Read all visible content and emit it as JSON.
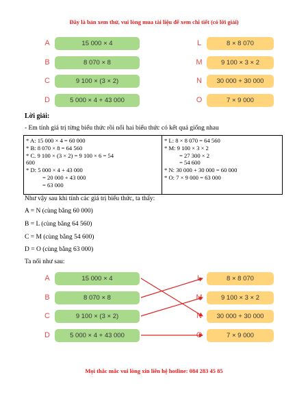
{
  "header_notice": "Đây là bản xem thử, vui lòng mua tài liệu để xem chi tiết (có lời giải)",
  "matching_exercise": {
    "left": [
      {
        "letter": "A",
        "expr": "15 000 × 4"
      },
      {
        "letter": "B",
        "expr": "8 070 × 8"
      },
      {
        "letter": "C",
        "expr": "9 100 × (3 × 2)"
      },
      {
        "letter": "D",
        "expr": "5 000 × 4 + 43 000"
      }
    ],
    "right": [
      {
        "letter": "L",
        "expr": "8 × 8 070"
      },
      {
        "letter": "M",
        "expr": "9 100 × 3 × 2"
      },
      {
        "letter": "N",
        "expr": "30 000 + 30 000"
      },
      {
        "letter": "O",
        "expr": "7 × 9 000"
      }
    ]
  },
  "solution": {
    "heading": "Lời giải:",
    "intro": "- Em tính giá trị từng biểu thức rồi nối hai biểu thức có kết quả giống nhau",
    "table_left": [
      "* A: 15 000 × 4 = 60 000",
      "* B: 8 070 × 8 = 64 560",
      "* C. 9 100 × (3 × 2) = 9 100 × 6 = 54",
      "600",
      "* D: 5 000 × 4 + 43 000",
      "= 20 000 + 43 000",
      "= 63 000"
    ],
    "table_right": [
      "* L: 8 × 8 070 = 64 560",
      "* M: 9 100 × 3 × 2",
      "= 27 300 × 2",
      "= 54 600",
      "* N: 30 000 + 30 000 = 60 000",
      "* O: 7 × 9 000 = 63 000"
    ],
    "summary": "Như vậy sau khi tính các giá trị biểu thức, ta thấy:",
    "equalities": [
      "A = N (cùng bằng 60 000)",
      "B = L (cùng bằng 64 560)",
      "C = M (cùng bằng 54 600)",
      "D = O (cùng bằng 63 000)"
    ],
    "connect_label": "Ta nối như sau:",
    "pairs": [
      [
        "A",
        "N"
      ],
      [
        "B",
        "L"
      ],
      [
        "C",
        "M"
      ],
      [
        "D",
        "O"
      ]
    ]
  },
  "footer_notice": "Mọi thắc mắc vui lòng xin liên hệ hotline: 084 283 45 85",
  "colors": {
    "banner_red": "#e8191a",
    "left_box_green": "#a9d98a",
    "right_box_orange": "#ffd47a",
    "letter_red": "#e84a4a",
    "connector_red": "#e02424"
  }
}
